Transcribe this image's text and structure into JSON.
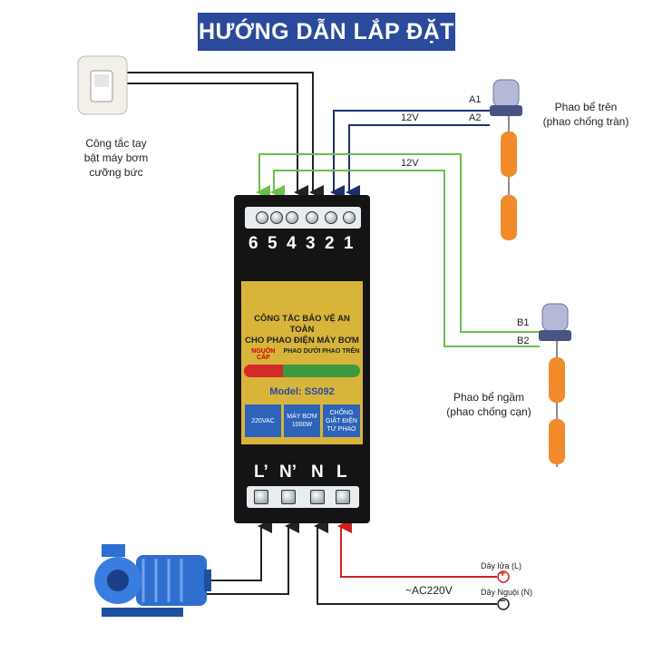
{
  "title": "HƯỚNG DẪN LẮP ĐẶT",
  "switch_label": [
    "Công tắc tay",
    "bật máy bơm",
    "cưỡng bức"
  ],
  "top_tank": {
    "label": "Phao bể trên",
    "sub": "(phao chống tràn)",
    "wire_a1": "A1",
    "wire_a2": "A2",
    "voltage": "12V"
  },
  "bottom_tank": {
    "label": "Phao bể ngầm",
    "sub": "(phao chống cạn)",
    "wire_b1": "B1",
    "wire_b2": "B2",
    "voltage": "12V"
  },
  "terminals_top": [
    "6",
    "5",
    "4",
    "3",
    "2",
    "1"
  ],
  "terminals_bottom": [
    "L’",
    "N’",
    "N",
    "L"
  ],
  "device": {
    "title_line1": "CÔNG TẮC BẢO VỆ AN TOÀN",
    "title_line2": "CHO PHAO ĐIỆN MÁY BƠM",
    "strip_labels": [
      "NGUỒN CẤP",
      "PHAO DƯỚI",
      "PHAO TRÊN"
    ],
    "model": "Model: SS092",
    "specs": [
      "220VAC",
      "MÁY BƠM\n1000W",
      "CHỐNG\nGIẬT ĐIỆN\nTỪ PHAO"
    ]
  },
  "power": {
    "live": "Dây lửa (L)",
    "neutral": "Dây Nguội (N)",
    "voltage": "~AC220V",
    "plus": "+",
    "minus": "−"
  },
  "colors": {
    "banner": "#2b4a9b",
    "wire_dark": "#222222",
    "wire_navy": "#1f2f6e",
    "wire_green": "#6ac04a",
    "wire_red": "#d11f1f",
    "float_orange": "#f08a2a"
  }
}
